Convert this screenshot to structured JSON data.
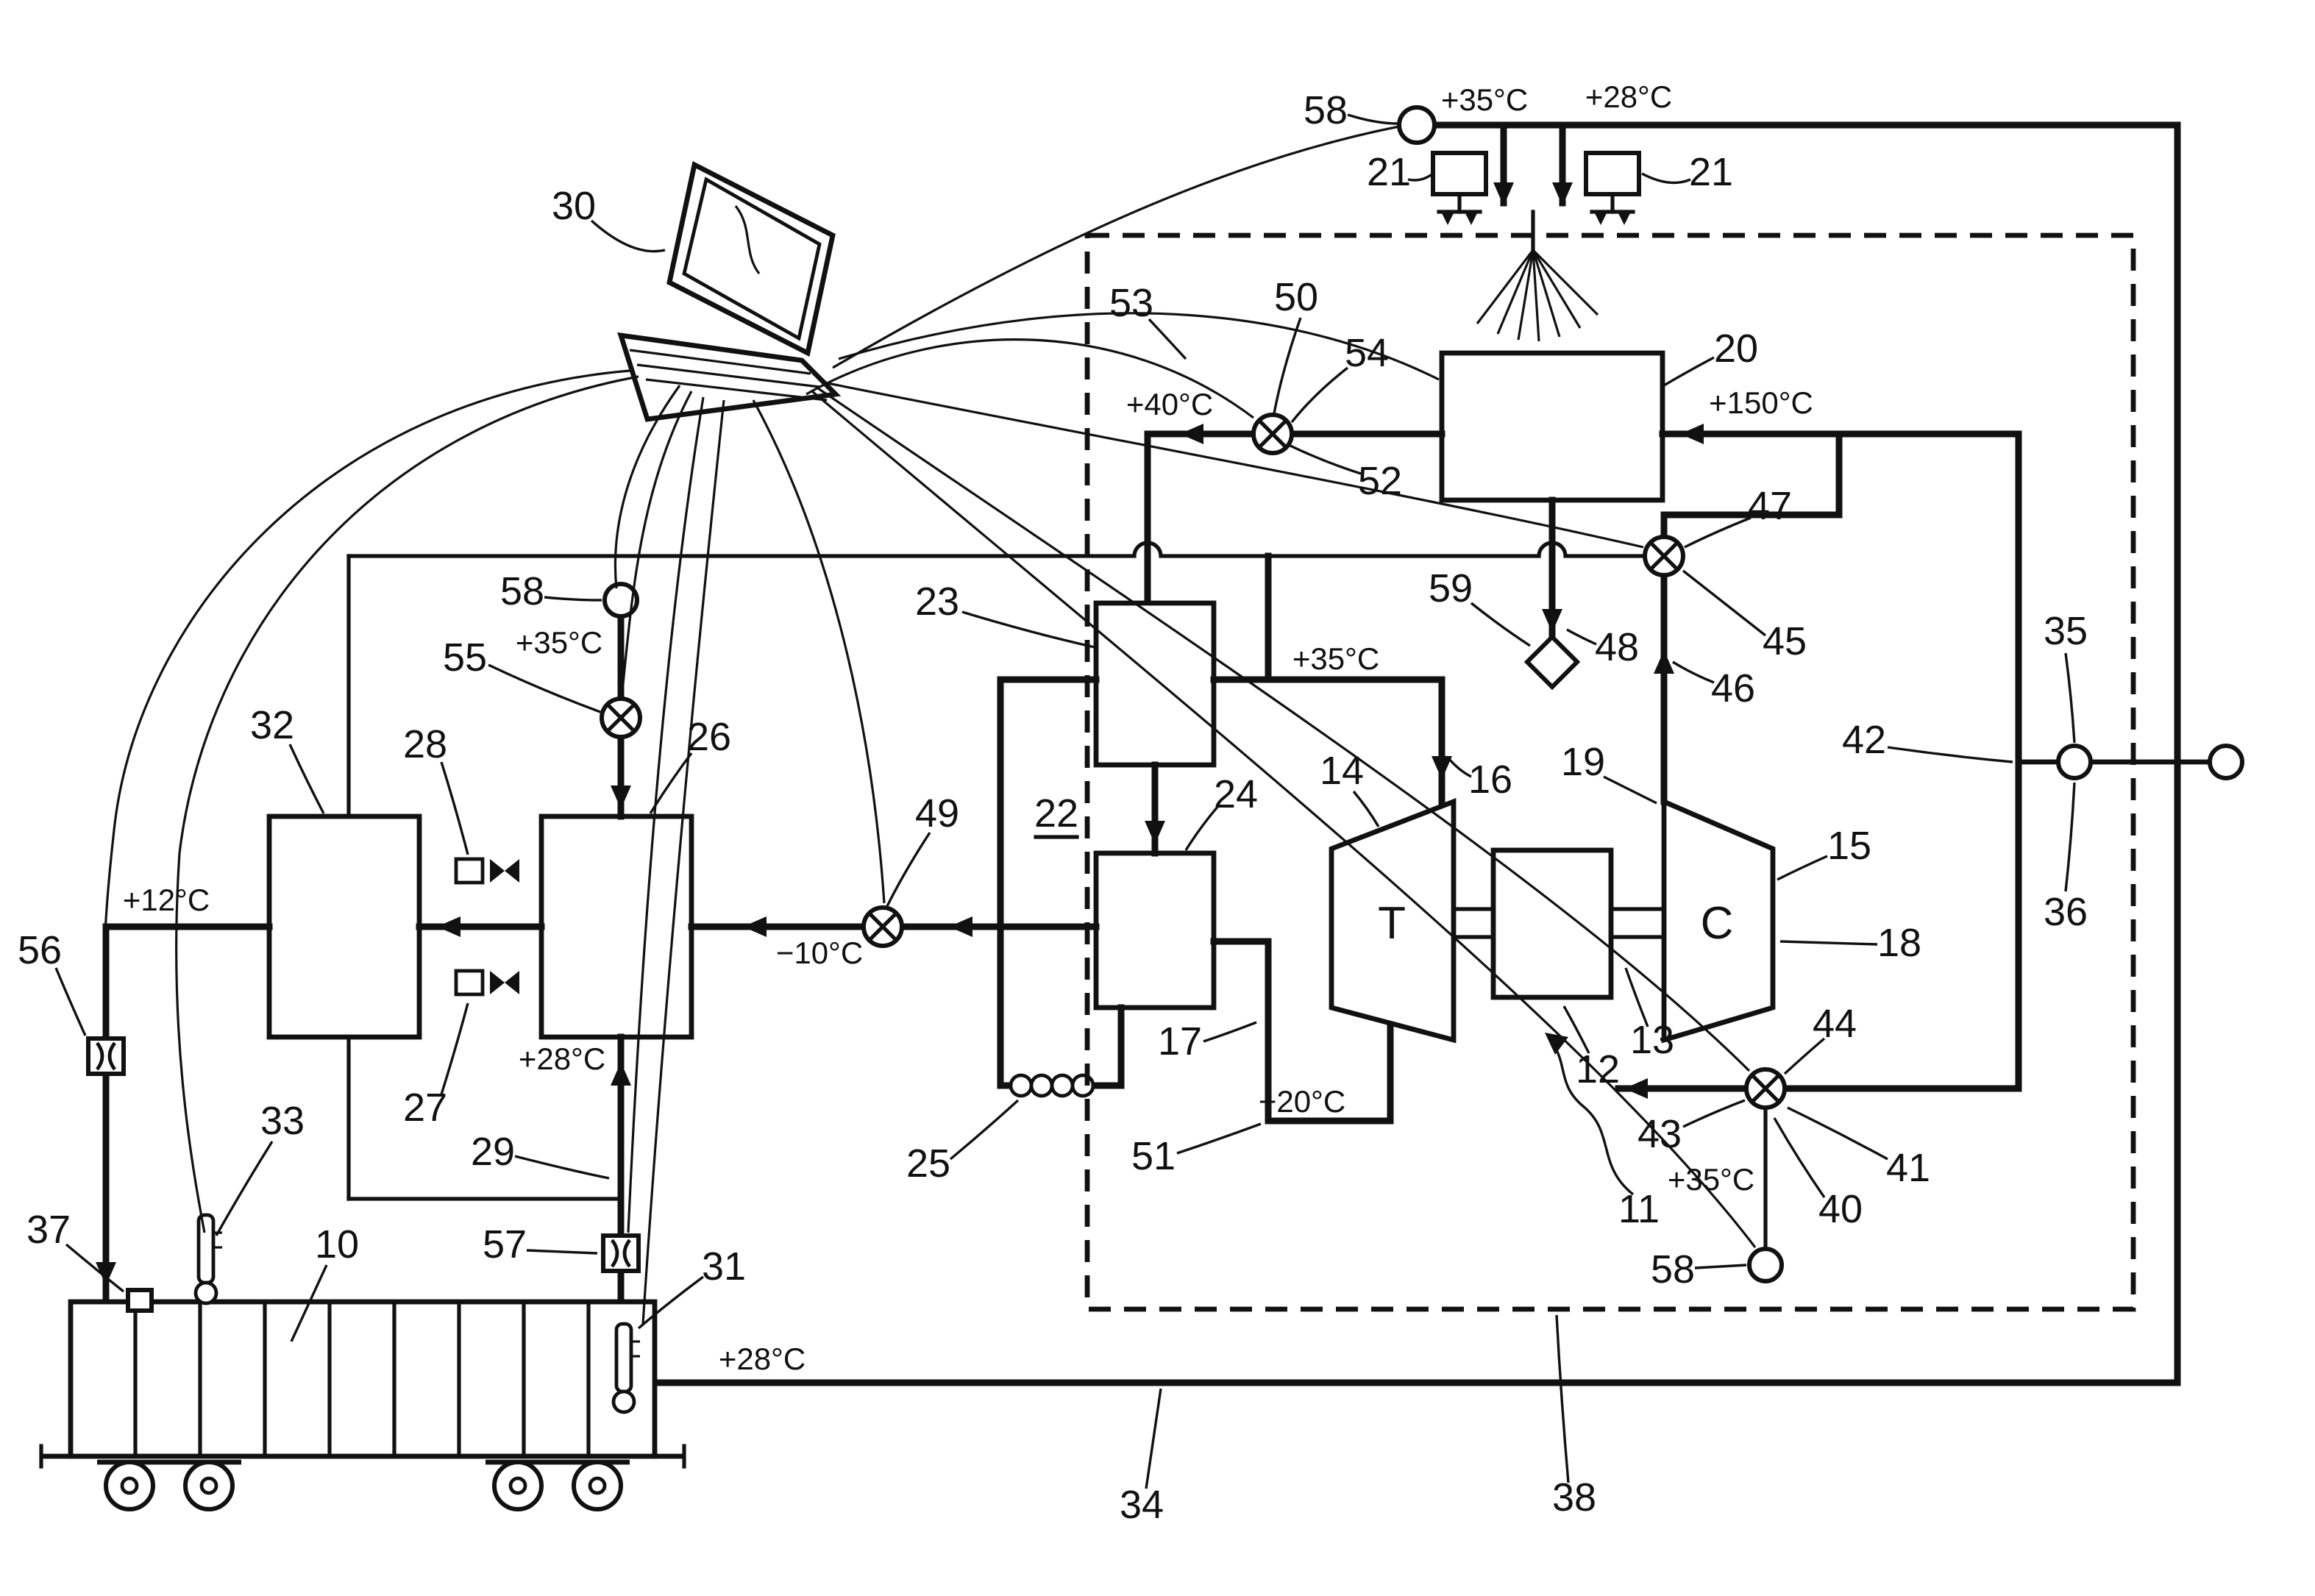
{
  "meta": {
    "kind": "patent-schematic-diagram",
    "ink_color": "#111111",
    "background": "#ffffff"
  },
  "letters": {
    "turbine": "T",
    "compressor": "C"
  },
  "refs": {
    "r10": "10",
    "r11": "11",
    "r12": "12",
    "r13": "13",
    "r14": "14",
    "r15": "15",
    "r16": "16",
    "r17": "17",
    "r18": "18",
    "r19": "19",
    "r20": "20",
    "r21_left": "21",
    "r21_right": "21",
    "r22": "22",
    "r23": "23",
    "r24": "24",
    "r25": "25",
    "r26": "26",
    "r27": "27",
    "r28": "28",
    "r29": "29",
    "r30": "30",
    "r31": "31",
    "r32": "32",
    "r33": "33",
    "r34": "34",
    "r35": "35",
    "r36": "36",
    "r37": "37",
    "r38": "38",
    "r40": "40",
    "r41": "41",
    "r42": "42",
    "r43": "43",
    "r44": "44",
    "r45": "45",
    "r46": "46",
    "r47": "47",
    "r48": "48",
    "r49": "49",
    "r50": "50",
    "r51": "51",
    "r52": "52",
    "r53": "53",
    "r54": "54",
    "r55": "55",
    "r56": "56",
    "r57": "57",
    "r58_top": "58",
    "r58_mid": "58",
    "r58_bottom": "58",
    "r59": "59"
  },
  "temps": {
    "t_plus35_top": "+35°C",
    "t_plus28_top": "+28°C",
    "t_plus40": "+40°C",
    "t_plus150": "+150°C",
    "t_plus35_loop": "+35°C",
    "t_plus35_mid": "+35°C",
    "t_minus10": "−10°C",
    "t_minus20": "−20°C",
    "t_plus12": "+12°C",
    "t_plus28_mid": "+28°C",
    "t_plus35_inj": "+35°C",
    "t_plus28_bottom": "+28°C"
  },
  "icons": {
    "valve": "circle-with-x",
    "sensor": "small-circle",
    "inline_restrictor": "square-with-venturi-curves",
    "thermometer": "tube-with-bulb",
    "fan": "bowtie-blades",
    "coil": "loop-row",
    "drain": "diamond",
    "spray": "fan-of-lines",
    "computer": "laptop"
  }
}
